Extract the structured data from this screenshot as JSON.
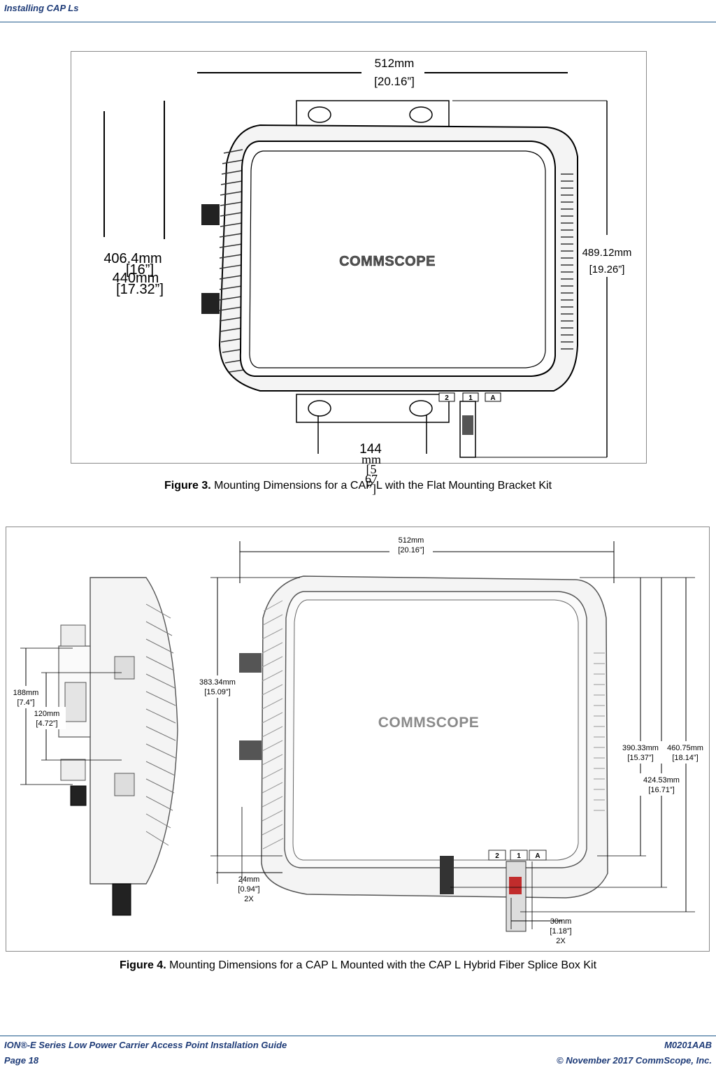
{
  "header": {
    "section_title": "Installing CAP Ls"
  },
  "figure3": {
    "caption_label": "Figure 3.",
    "caption_text": "Mounting Dimensions for a CAP L with the Flat Mounting Bracket Kit",
    "dims": {
      "width_mm": "512mm",
      "width_in": "[20.16”]",
      "h1_mm": "406.4mm",
      "h1_in": "[16”]",
      "h2_mm": "440mm",
      "h2_in": "[17.32”]",
      "right_mm": "489.12mm",
      "right_in": "[19.26”]",
      "bottom_mm": "144",
      "bottom_line2": "mm",
      "bottom_line3": "[5",
      "bottom_line4": "67",
      "bottom_line5": "”]"
    },
    "brand": "COMMSCOPE",
    "port_labels": [
      "2",
      "1",
      "A"
    ]
  },
  "figure4": {
    "caption_label": "Figure 4.",
    "caption_text": "Mounting Dimensions for a CAP L Mounted with the CAP L Hybrid Fiber Splice Box Kit",
    "dims": {
      "top_mm": "512mm",
      "top_in": "[20.16”]",
      "a_mm": "188mm",
      "a_in": "[7.4”]",
      "b_mm": "120mm",
      "b_in": "[4.72”]",
      "c_mm": "383.34mm",
      "c_in": "[15.09”]",
      "d_mm": "24mm",
      "d_in": "[0.94”]",
      "d_qty": "2X",
      "e_mm": "390.33mm",
      "e_in": "[15.37”]",
      "f_mm": "460.75mm",
      "f_in": "[18.14”]",
      "g_mm": "424.53mm",
      "g_in": "[16.71”]",
      "h_mm": "30mm",
      "h_in": "[1.18”]",
      "h_qty": "2X"
    },
    "brand": "COMMSCOPE",
    "port_labels": [
      "2",
      "1",
      "A"
    ]
  },
  "footer": {
    "left_line1": "ION®-E Series Low Power Carrier Access Point Installation Guide",
    "right_line1": "M0201AAB",
    "left_line2": "Page 18",
    "right_line2": "© November 2017 CommScope, Inc."
  }
}
